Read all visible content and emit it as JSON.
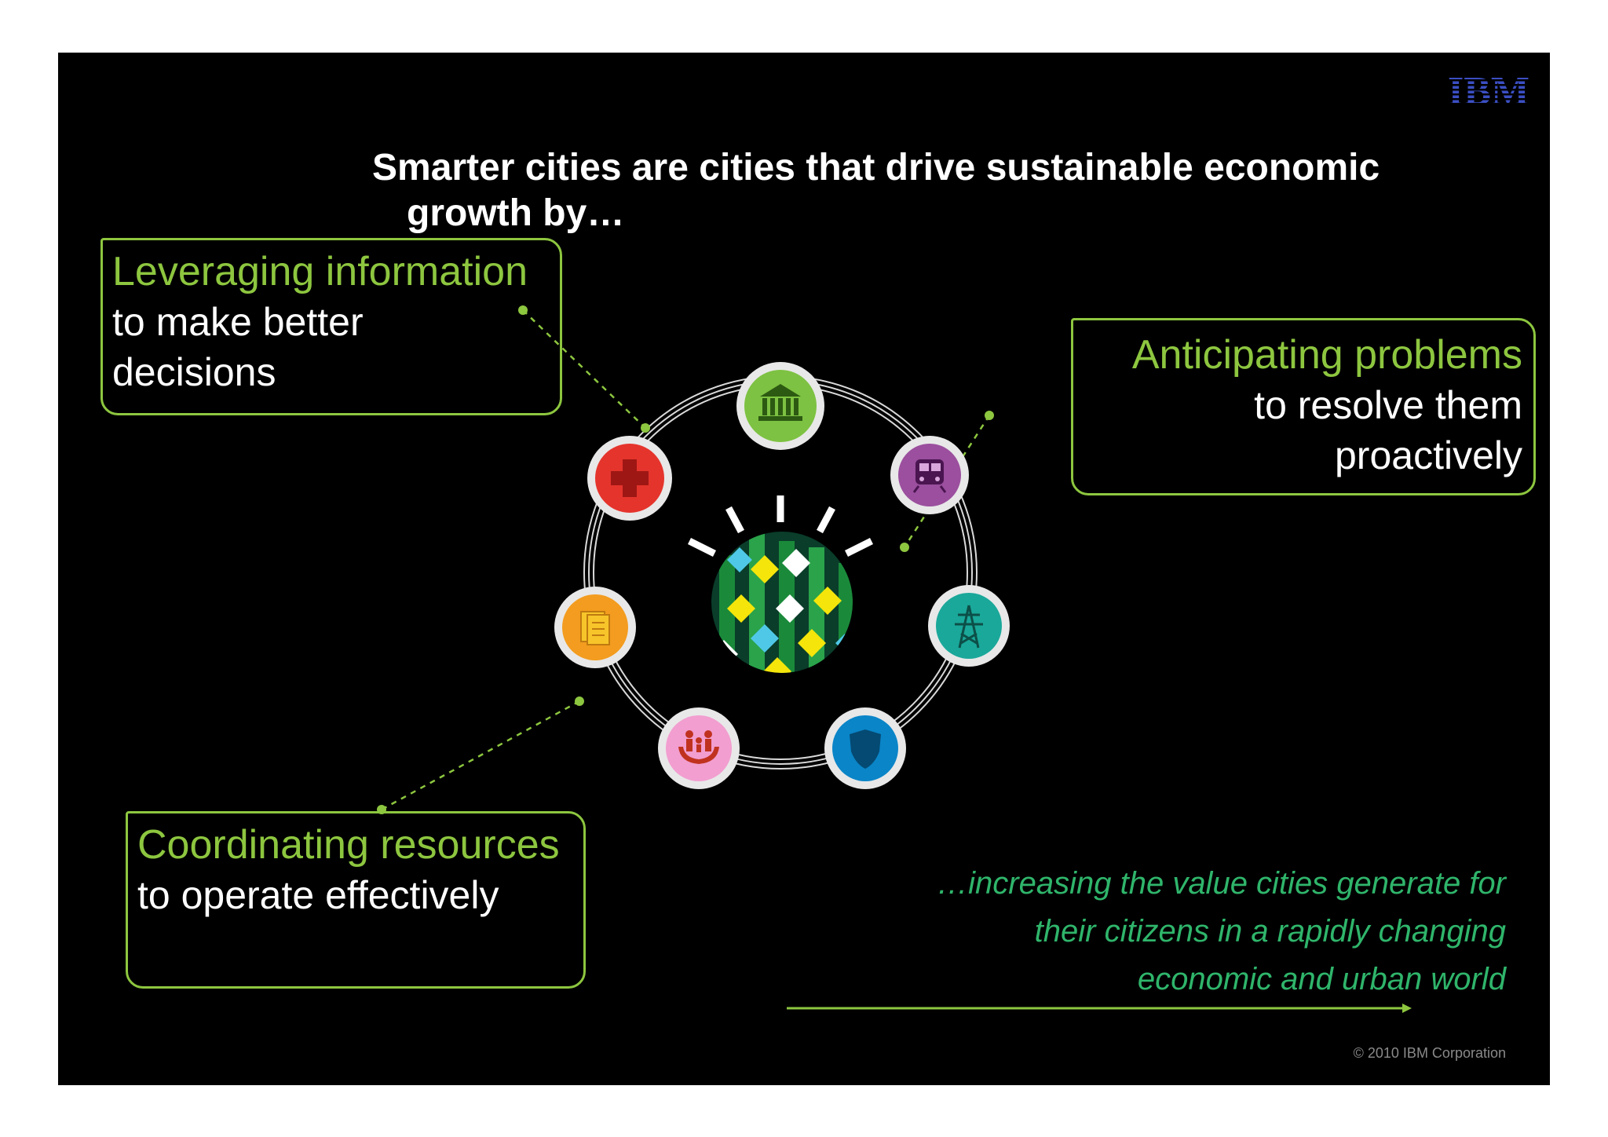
{
  "logo": {
    "text": "IBM",
    "color": "#3b4fc4"
  },
  "headline": {
    "line1": "Smarter cities are cities that drive sustainable economic",
    "line2": "growth by…"
  },
  "boxes": {
    "leverage": {
      "green": "Leveraging information",
      "white1": "to make better",
      "white2": "decisions"
    },
    "anticipate": {
      "green": "Anticipating problems",
      "white1": "to resolve them",
      "white2": "proactively"
    },
    "coordinate": {
      "green": "Coordinating resources",
      "white1": "to operate effectively"
    }
  },
  "tagline": {
    "line1": "…increasing the value cities generate for",
    "line2": "their citizens in a rapidly changing",
    "line3": "economic and urban world"
  },
  "copyright": "© 2010 IBM Corporation",
  "colors": {
    "background": "#000000",
    "accent_green": "#8dc63f",
    "tagline_green": "#2fb56b",
    "government": "#7dc242",
    "transportation": "#9b4f9e",
    "energy": "#1aa89a",
    "public_safety": "#0a85c8",
    "social_services": "#f29ed0",
    "buildings": "#f39c1f",
    "healthcare": "#e5342c"
  },
  "icons": [
    "government-building-icon",
    "train-icon",
    "power-tower-icon",
    "police-shield-icon",
    "family-hands-icon",
    "buildings-icon",
    "medical-cross-icon",
    "smarter-planet-globe-icon"
  ]
}
